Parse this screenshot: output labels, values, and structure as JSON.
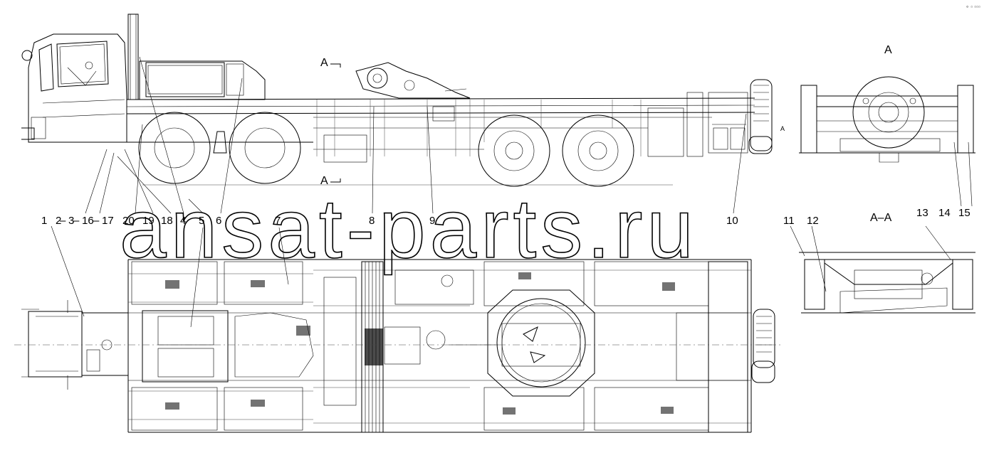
{
  "drawing": {
    "view_labels": {
      "section_marker_top": "A",
      "section_marker_bottom": "A",
      "view_a": "A",
      "section_aa": "A–A",
      "arrow_marker": "A"
    },
    "callouts_row1": [
      "1",
      "2",
      "3",
      "16",
      "17",
      "20",
      "19",
      "18",
      "4",
      "5",
      "6",
      "7",
      "8",
      "9",
      "10"
    ],
    "callouts_row2": [
      "11",
      "12",
      "13",
      "14",
      "15"
    ],
    "watermark": "ansat-parts.ru",
    "corner_glyphs": "∘ ▫ ▫▫▫"
  }
}
